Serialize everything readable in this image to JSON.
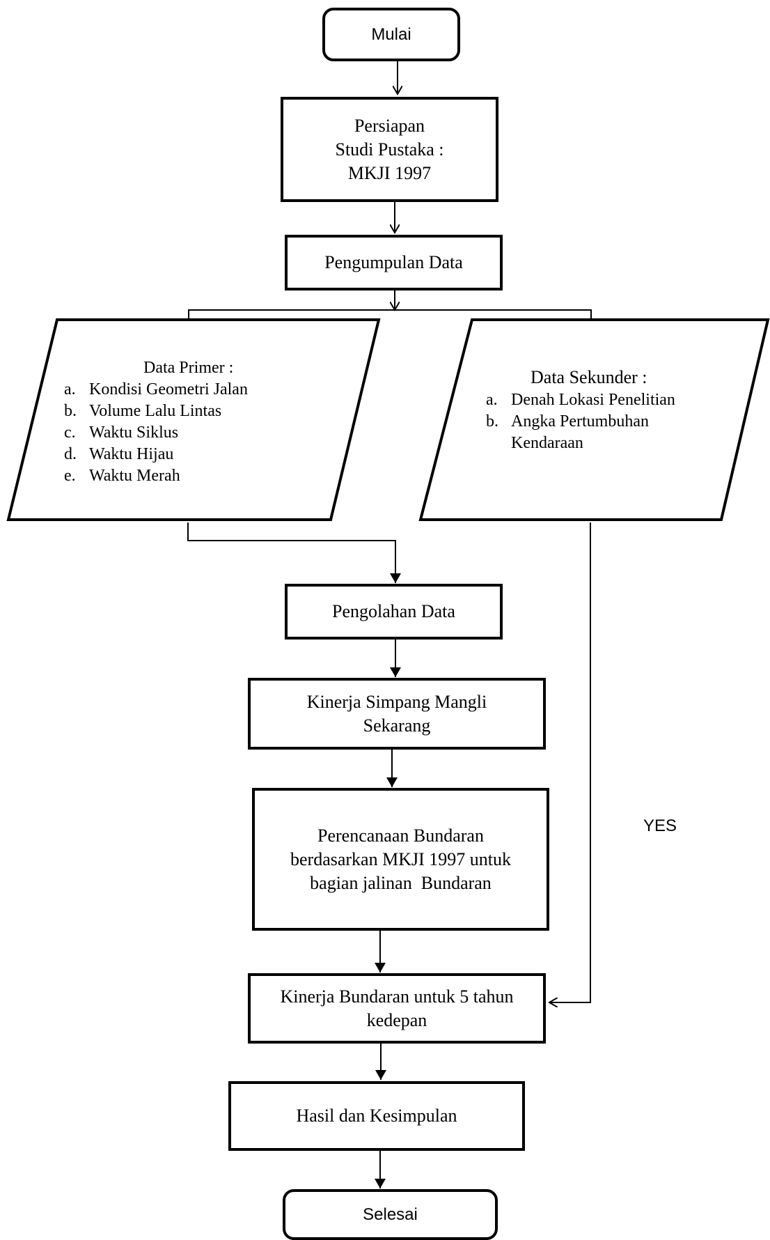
{
  "flowchart": {
    "start": "Mulai",
    "preparation": [
      "Persiapan",
      "Studi Pustaka :",
      "MKJI 1997"
    ],
    "data_collection": "Pengumpulan Data",
    "primary_data": {
      "title": "Data Primer :",
      "items": [
        {
          "marker": "a.",
          "text": "Kondisi Geometri Jalan"
        },
        {
          "marker": "b.",
          "text": "Volume Lalu Lintas"
        },
        {
          "marker": "c.",
          "text": "Waktu Siklus"
        },
        {
          "marker": "d.",
          "text": "Waktu Hijau"
        },
        {
          "marker": "e.",
          "text": "Waktu Merah"
        }
      ]
    },
    "secondary_data": {
      "title": "Data Sekunder :",
      "items": [
        {
          "marker": "a.",
          "text": "Denah Lokasi Penelitian"
        },
        {
          "marker": "b.",
          "text": "Angka Pertumbuhan"
        },
        {
          "marker": "",
          "text": "Kendaraan"
        }
      ]
    },
    "data_processing": "Pengolahan Data",
    "current_performance": [
      "Kinerja Simpang Mangli",
      "Sekarang"
    ],
    "roundabout_planning": [
      "Perencanaan Bundaran",
      "berdasarkan MKJI 1997 untuk",
      "bagian jalinan  Bundaran"
    ],
    "future_performance": [
      "Kinerja Bundaran untuk 5 tahun",
      "kedepan"
    ],
    "results": "Hasil dan Kesimpulan",
    "end": "Selesai",
    "yes_label": "YES"
  }
}
